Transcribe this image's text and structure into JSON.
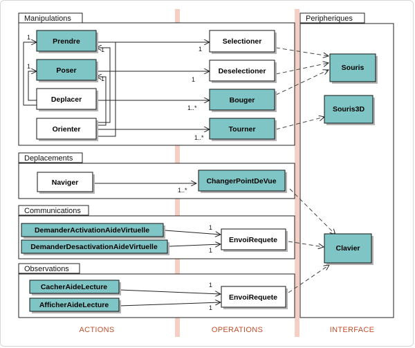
{
  "packages": {
    "manipulations": "Manipulations",
    "peripheriques": "Peripheriques",
    "deplacements": "Deplacements",
    "communications": "Communications",
    "observations": "Observations"
  },
  "columns": {
    "actions": "ACTIONS",
    "operations": "OPERATIONS",
    "interface": "INTERFACE"
  },
  "actions": {
    "prendre": "Prendre",
    "poser": "Poser",
    "deplacer": "Deplacer",
    "orienter": "Orienter",
    "naviger": "Naviger",
    "demander_activation": "DemanderActivationAideVirtuelle",
    "demander_desactivation": "DemanderDesactivationAideVirtuelle",
    "cacher": "CacherAideLecture",
    "afficher": "AfficherAideLecture"
  },
  "operations": {
    "selectioner": "Selectioner",
    "deselectioner": "Deselectioner",
    "bouger": "Bouger",
    "tourner": "Tourner",
    "changer_point_de_vue": "ChangerPointDeVue",
    "envoi_requete_1": "EnvoiRequete",
    "envoi_requete_2": "EnvoiRequete"
  },
  "interface": {
    "souris": "Souris",
    "souris3d": "Souris3D",
    "clavier": "Clavier"
  },
  "multiplicities": {
    "one": "1",
    "one_many": "1..*"
  },
  "colors": {
    "teal_class": "#7fc5c5",
    "column_band": "#f6cfc4",
    "column_label": "#c2502e"
  }
}
